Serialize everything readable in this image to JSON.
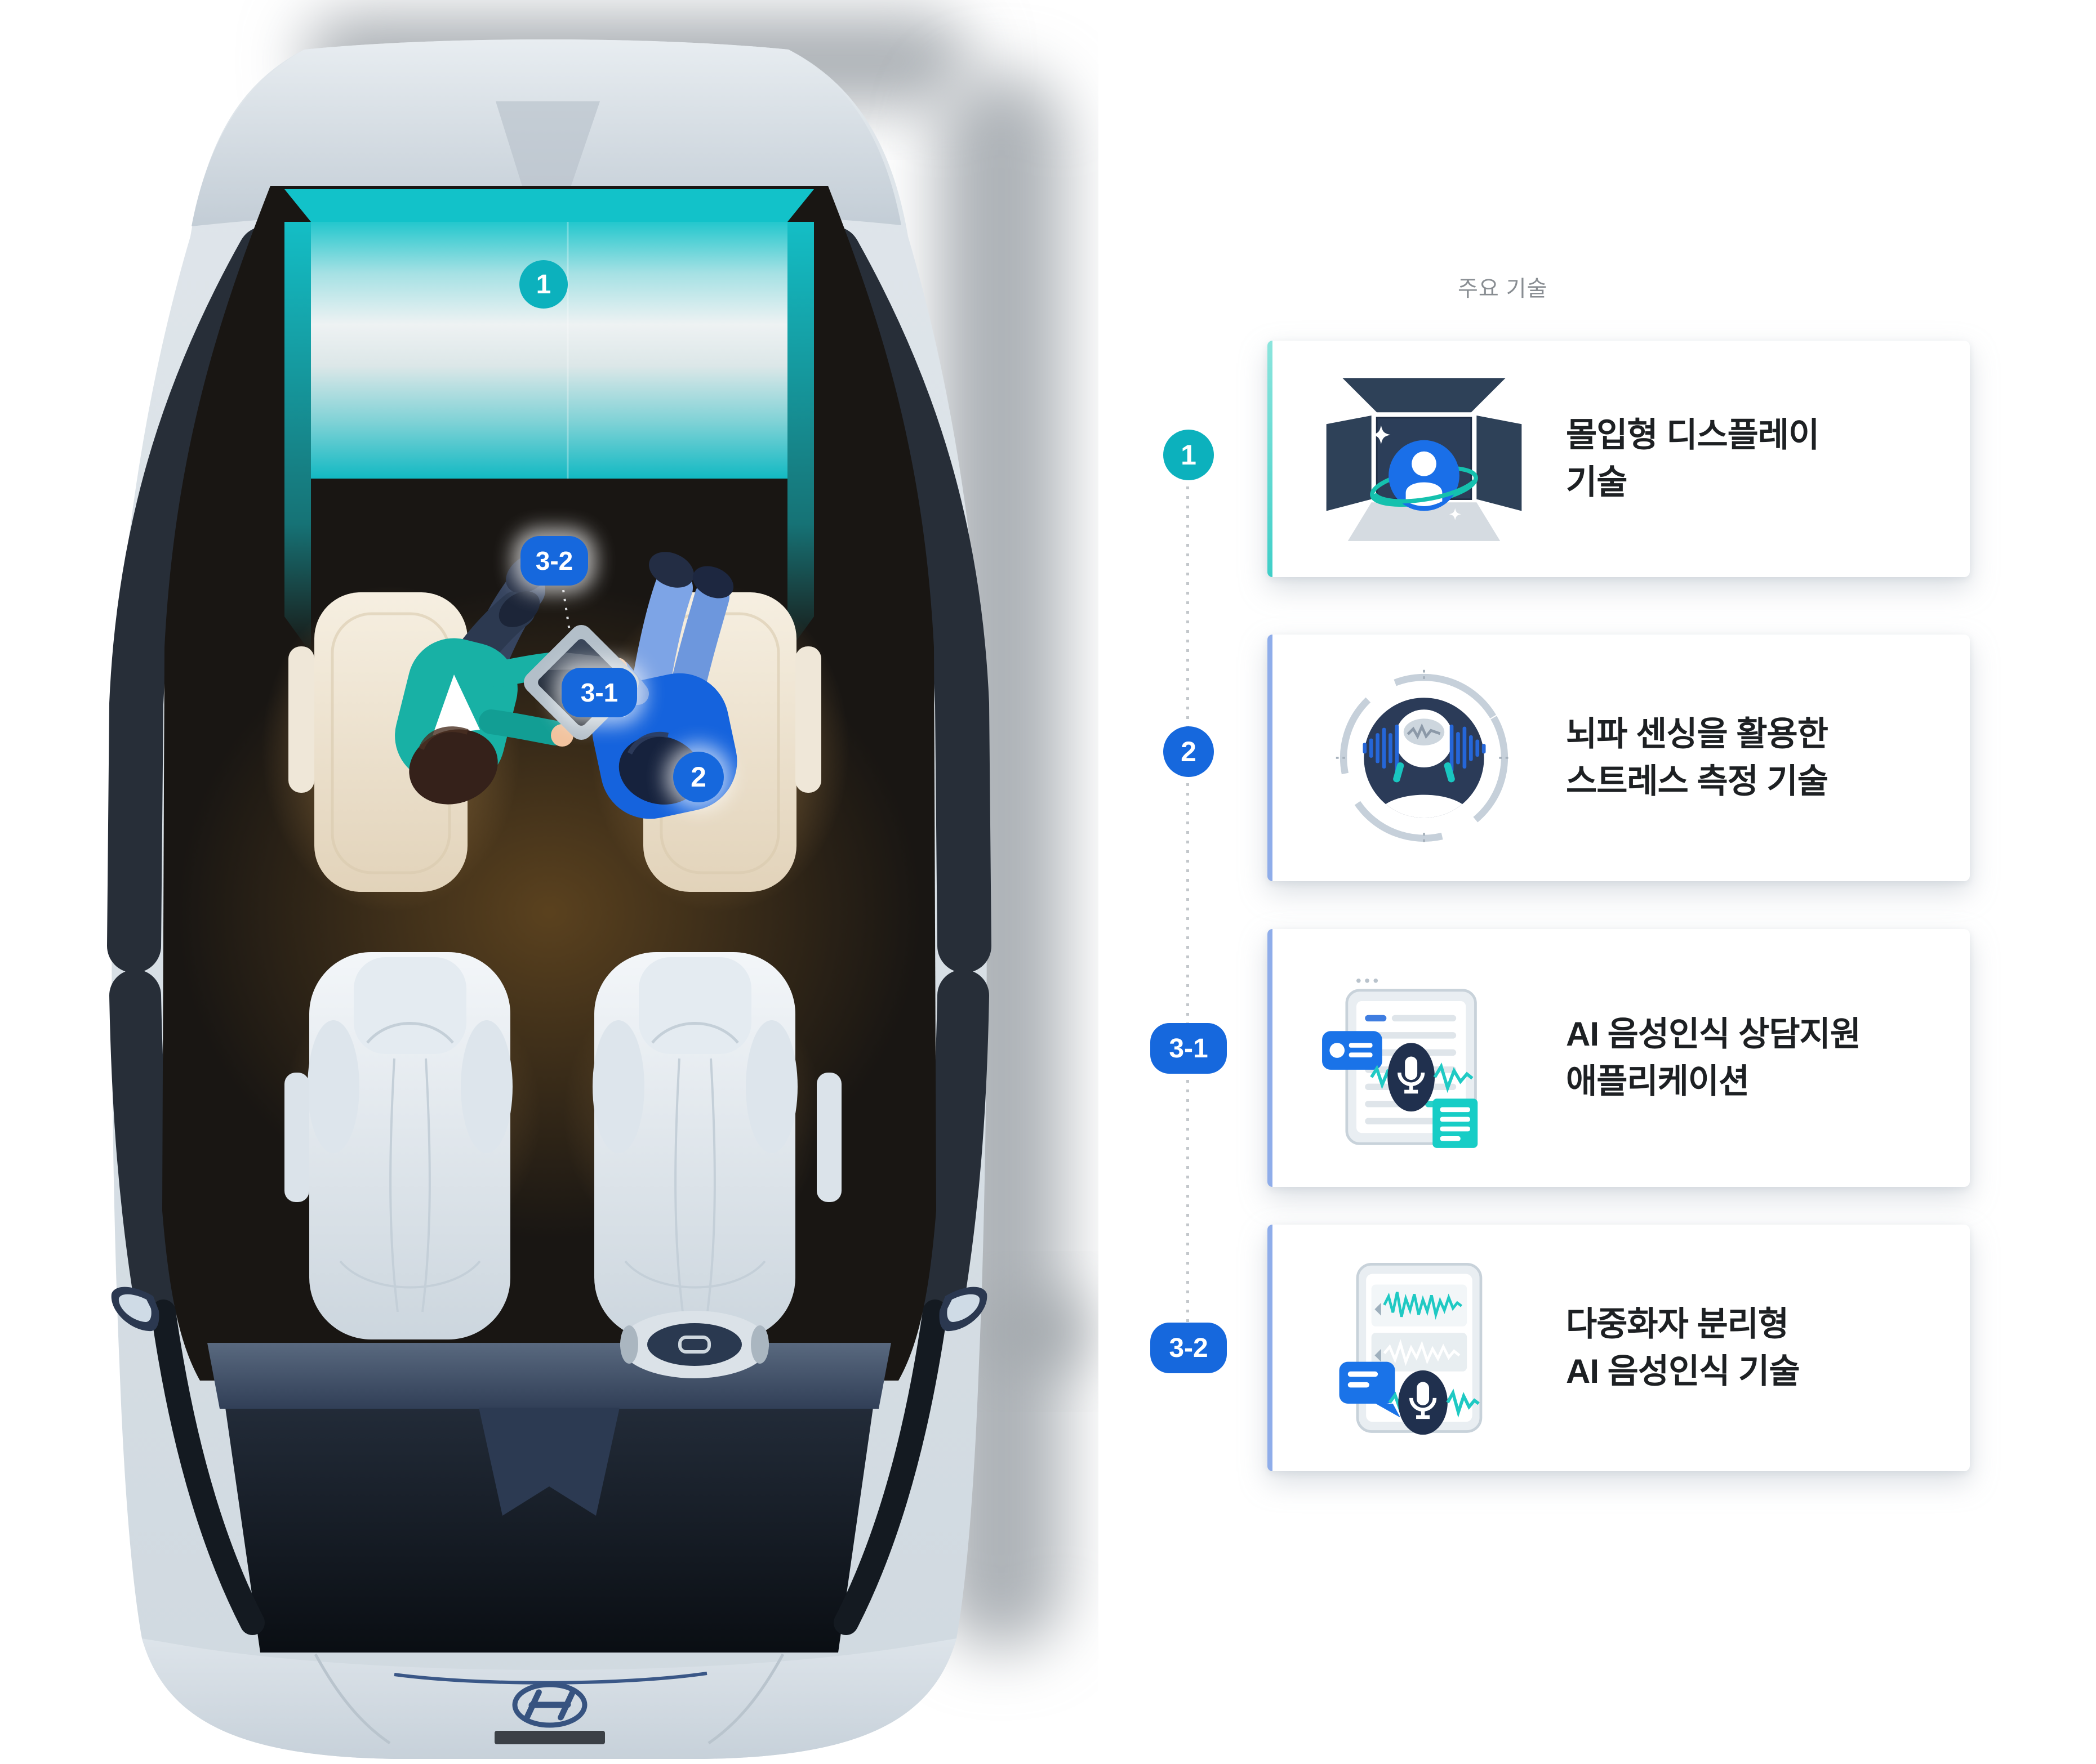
{
  "title": {
    "label": "주요 기술"
  },
  "vehicle": {
    "brand_logo": "hyundai-logo",
    "callouts": [
      {
        "label": "1",
        "style": "teal-circle",
        "feature": "immersive-display"
      },
      {
        "label": "3-2",
        "style": "blue-pill",
        "feature": "multi-speaker-ai-voice"
      },
      {
        "label": "3-1",
        "style": "blue-pill",
        "feature": "ai-voice-counseling-app"
      },
      {
        "label": "2",
        "style": "blue-circle",
        "feature": "brainwave-stress-sensing"
      }
    ]
  },
  "timeline": {
    "badges": [
      {
        "label": "1"
      },
      {
        "label": "2"
      },
      {
        "label": "3-1"
      },
      {
        "label": "3-2"
      }
    ]
  },
  "cards": [
    {
      "number": "1",
      "icon": "immersive-display-icon",
      "line1": "몰입형 디스플레이",
      "line2": "기술",
      "accent_color": "#4fd4cd"
    },
    {
      "number": "2",
      "icon": "brainwave-sensing-icon",
      "line1": "뇌파 센싱을 활용한",
      "line2": "스트레스 측정 기술",
      "accent_color": "#8fadea"
    },
    {
      "number": "3-1",
      "icon": "ai-voice-counseling-app-icon",
      "line1": "AI 음성인식 상담지원",
      "line2": "애플리케이션",
      "accent_color": "#8fadea"
    },
    {
      "number": "3-2",
      "icon": "multi-speaker-separation-icon",
      "line1": "다중화자 분리형",
      "line2": "AI 음성인식 기술",
      "accent_color": "#8fadea"
    }
  ],
  "colors": {
    "teal_badge": "#0cb1bd",
    "blue_badge": "#1668dd",
    "screen_teal": "#14bec6",
    "card_background": "#ffffff",
    "card_text": "#1d2023",
    "header_text": "#888d92"
  }
}
